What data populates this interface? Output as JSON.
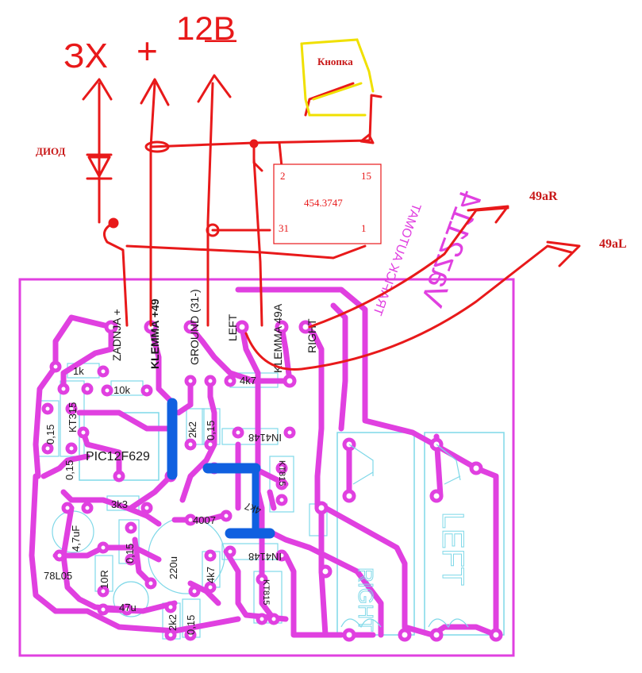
{
  "annotations": {
    "supply_label": "12В",
    "plus_label": "+",
    "minus_label": "—",
    "zx_label": "ЗХ",
    "button_label": "Кнопка",
    "diode_label": "ДИОД",
    "out_right": "49aR",
    "out_left": "49aL"
  },
  "relay": {
    "part": "454.3747",
    "pin_2": "2",
    "pin_15": "15",
    "pin_31": "31",
    "pin_1": "1"
  },
  "pcb": {
    "terminals": [
      "ZADNJA +",
      "KLEMMA +49",
      "GROUND (31-)",
      "LEFT",
      "KLEMMA 49A",
      "RIGHT"
    ],
    "title": "Vaz2114",
    "subtitle": "TRAFICK AUTOMAT",
    "components": {
      "r_1k": "1k",
      "r_10k": "10k",
      "t_kt315": "KT315",
      "c_015_a": "0,15",
      "c_015_b": "0,15",
      "c_015_c": "0,15",
      "c_015_d": "0,15",
      "c_015_e": "0,15",
      "ic_pic": "PIC12F629",
      "r_2k2_a": "2k2",
      "r_2k2_b": "2k2",
      "r_4k7_a": "4k7",
      "r_4k7_b": "4k7",
      "r_4k7_c": "4k7",
      "d_in4148_a": "IN4148",
      "d_in4148_b": "IN4148",
      "t_kt815_a": "KT815",
      "t_kt815_b": "KT815",
      "r_3k3": "3k3",
      "c_47uf": "4,7uF",
      "d_4007": "4007",
      "c_220u": "220u",
      "reg_78l05": "78L05",
      "r_10r": "10R",
      "c_47u": "47u"
    },
    "relay_labels": [
      "RIGHT",
      "LEFT"
    ]
  }
}
